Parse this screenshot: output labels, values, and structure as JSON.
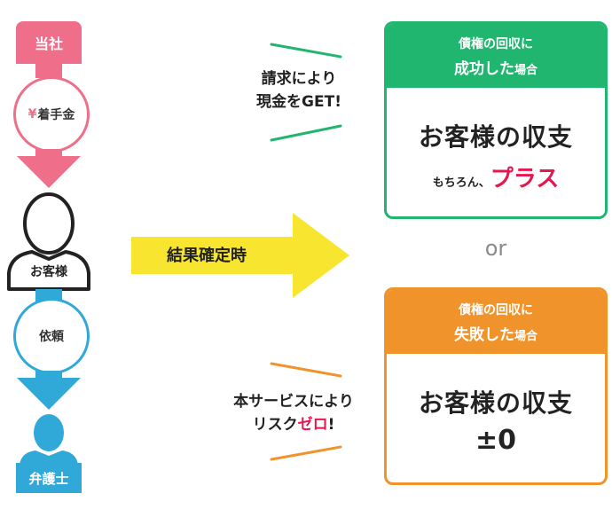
{
  "flow": {
    "company_label": "当社",
    "fee_yen": "¥",
    "fee_label": "着手金",
    "client_label": "お客様",
    "request_label": "依頼",
    "lawyer_label": "弁護士"
  },
  "center_arrow": {
    "label": "結果確定時"
  },
  "callout_top": {
    "line1": "請求により",
    "line2": "現金をGET!"
  },
  "callout_bottom": {
    "line1": "本サービスにより",
    "line2_a": "リスク",
    "line2_accent": "ゼロ",
    "line2_b": "!"
  },
  "card_success": {
    "head_line1": "債権の回収に",
    "head_line2_main": "成功した",
    "head_line2_small": "場合",
    "body_title": "お客様の収支",
    "body_sub_prefix": "もちろん、",
    "body_sub_accent": "プラス",
    "color": "#21b66f"
  },
  "or_label": "or",
  "card_fail": {
    "head_line1": "債権の回収に",
    "head_line2_main": "失敗した",
    "head_line2_small": "場合",
    "body_title": "お客様の収支",
    "body_value": "±0",
    "color": "#f0932b"
  },
  "colors": {
    "pink": "#ef6e8a",
    "blue": "#31a9d8",
    "yellow": "#f7e52f",
    "accent_red": "#e6174e",
    "green": "#21b66f",
    "orange": "#f0932b"
  }
}
